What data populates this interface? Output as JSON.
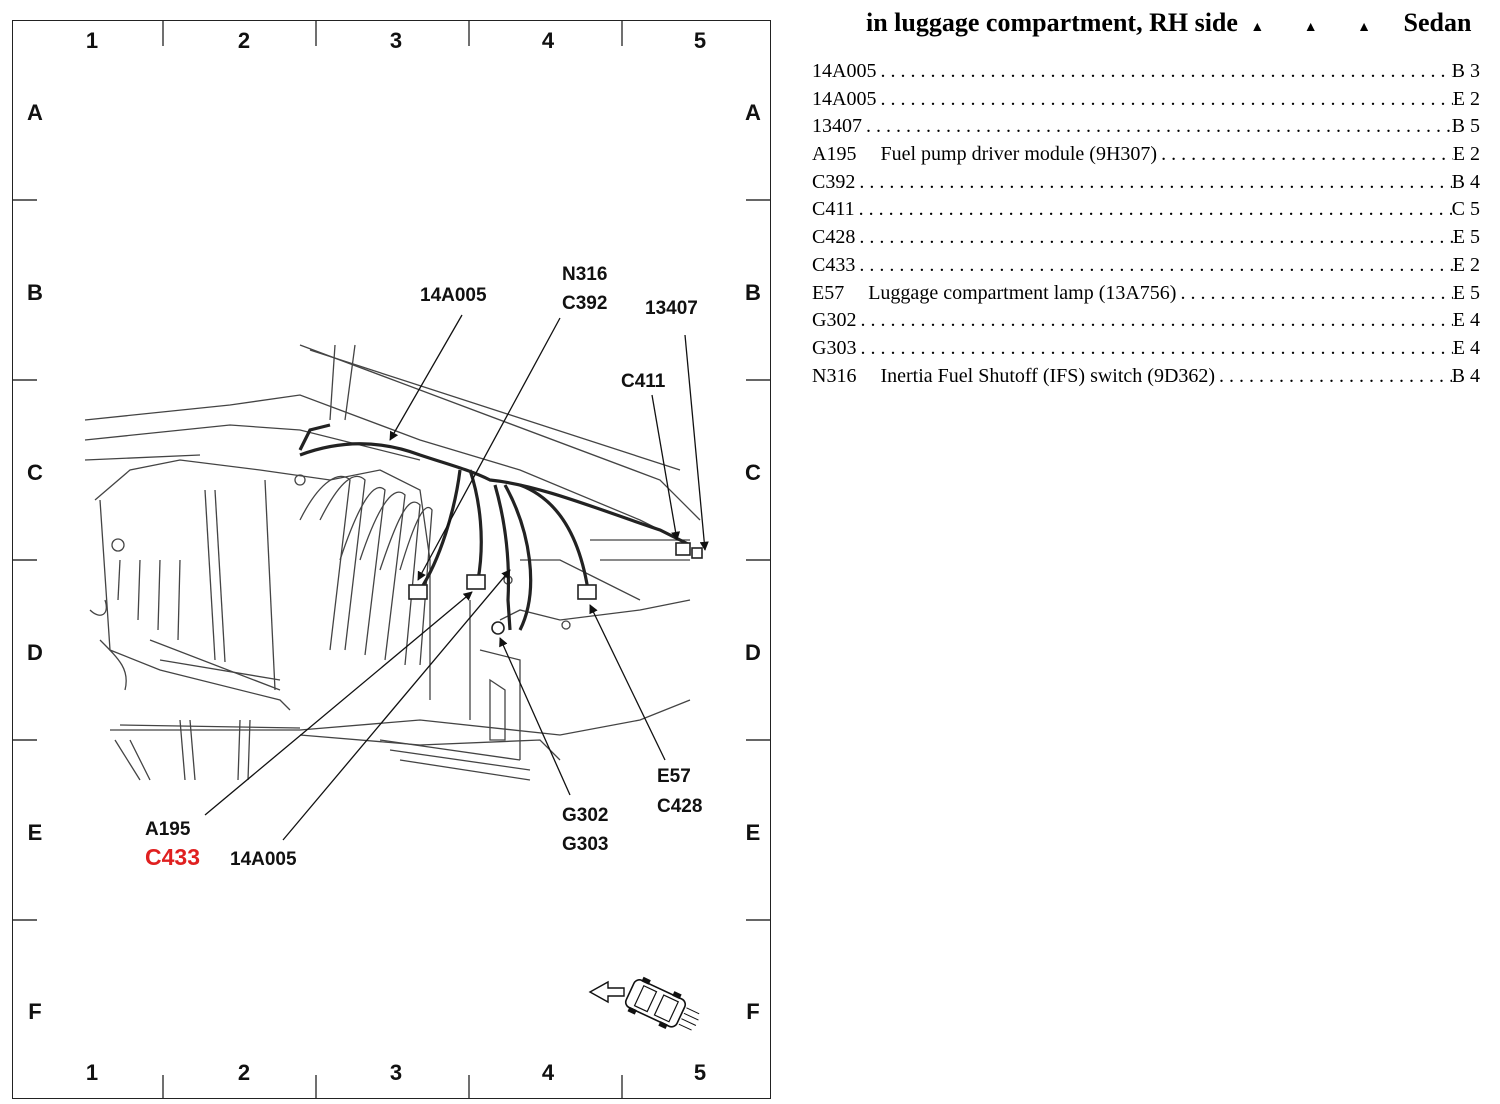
{
  "title": {
    "text": "in luggage compartment, RH side",
    "separator": "▲ ▲ ▲",
    "model": "Sedan"
  },
  "grid": {
    "columns": [
      "1",
      "2",
      "3",
      "4",
      "5"
    ],
    "rows": [
      "A",
      "B",
      "C",
      "D",
      "E",
      "F"
    ]
  },
  "callouts": [
    {
      "id": "n316",
      "text": "N316"
    },
    {
      "id": "c392",
      "text": "C392"
    },
    {
      "id": "14a005-top",
      "text": "14A005"
    },
    {
      "id": "13407",
      "text": "13407"
    },
    {
      "id": "c411",
      "text": "C411"
    },
    {
      "id": "e57",
      "text": "E57"
    },
    {
      "id": "c428",
      "text": "C428"
    },
    {
      "id": "a195",
      "text": "A195"
    },
    {
      "id": "c433",
      "text": "C433",
      "highlight": true
    },
    {
      "id": "14a005-bottom",
      "text": "14A005"
    },
    {
      "id": "g302",
      "text": "G302"
    },
    {
      "id": "g303",
      "text": "G303"
    }
  ],
  "highlight_color": "#e02020",
  "legend": [
    {
      "code": "14A005",
      "description": "",
      "location": "B 3"
    },
    {
      "code": "14A005",
      "description": "",
      "location": "E 2"
    },
    {
      "code": "13407",
      "description": "",
      "location": "B 5"
    },
    {
      "code": "A195",
      "description": "Fuel pump driver module (9H307)",
      "location": "E 2"
    },
    {
      "code": "C392",
      "description": "",
      "location": "B 4"
    },
    {
      "code": "C411",
      "description": "",
      "location": "C 5"
    },
    {
      "code": "C428",
      "description": "",
      "location": "E 5"
    },
    {
      "code": "C433",
      "description": "",
      "location": "E 2"
    },
    {
      "code": "E57",
      "description": "Luggage compartment lamp (13A756)",
      "location": "E 5"
    },
    {
      "code": "G302",
      "description": "",
      "location": "E 4"
    },
    {
      "code": "G303",
      "description": "",
      "location": "E 4"
    },
    {
      "code": "N316",
      "description": "Inertia Fuel Shutoff (IFS) switch (9D362)",
      "location": "B 4"
    }
  ]
}
